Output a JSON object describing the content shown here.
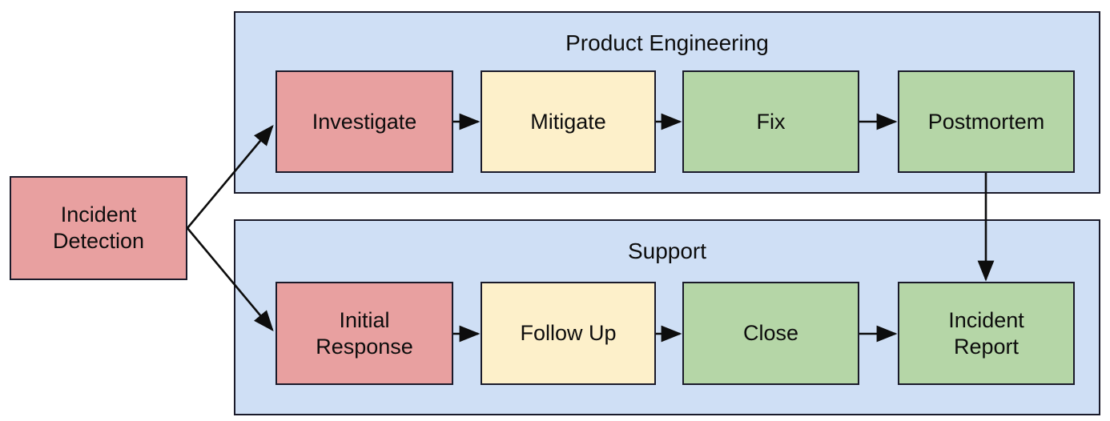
{
  "diagram": {
    "title_text": "",
    "colors": {
      "lane_fill": "#cfdff5",
      "node_red": "#e8a0a0",
      "node_yellow": "#fdf0ca",
      "node_green": "#b5d6a7",
      "stroke": "#1a1a2a",
      "text": "#0d0d0d",
      "background": "#ffffff"
    },
    "start_node": {
      "label_line1": "Incident",
      "label_line2": "Detection",
      "fill": "node_red"
    },
    "lanes": [
      {
        "id": "product-engineering",
        "title": "Product Engineering",
        "nodes": [
          {
            "id": "investigate",
            "label": "Investigate",
            "fill": "node_red"
          },
          {
            "id": "mitigate",
            "label": "Mitigate",
            "fill": "node_yellow"
          },
          {
            "id": "fix",
            "label": "Fix",
            "fill": "node_green"
          },
          {
            "id": "postmortem",
            "label": "Postmortem",
            "fill": "node_green"
          }
        ]
      },
      {
        "id": "support",
        "title": "Support",
        "nodes": [
          {
            "id": "initial-response",
            "label_line1": "Initial",
            "label_line2": "Response",
            "fill": "node_red"
          },
          {
            "id": "follow-up",
            "label": "Follow Up",
            "fill": "node_yellow"
          },
          {
            "id": "close",
            "label": "Close",
            "fill": "node_green"
          },
          {
            "id": "incident-report",
            "label_line1": "Incident",
            "label_line2": "Report",
            "fill": "node_green"
          }
        ]
      }
    ],
    "edges": [
      {
        "from": "incident-detection",
        "to": "investigate",
        "kind": "diagonal-up"
      },
      {
        "from": "incident-detection",
        "to": "initial-response",
        "kind": "diagonal-down"
      },
      {
        "from": "investigate",
        "to": "mitigate",
        "kind": "horizontal"
      },
      {
        "from": "mitigate",
        "to": "fix",
        "kind": "horizontal"
      },
      {
        "from": "fix",
        "to": "postmortem",
        "kind": "horizontal"
      },
      {
        "from": "initial-response",
        "to": "follow-up",
        "kind": "horizontal"
      },
      {
        "from": "follow-up",
        "to": "close",
        "kind": "horizontal"
      },
      {
        "from": "close",
        "to": "incident-report",
        "kind": "horizontal"
      },
      {
        "from": "postmortem",
        "to": "incident-report",
        "kind": "vertical"
      }
    ]
  }
}
